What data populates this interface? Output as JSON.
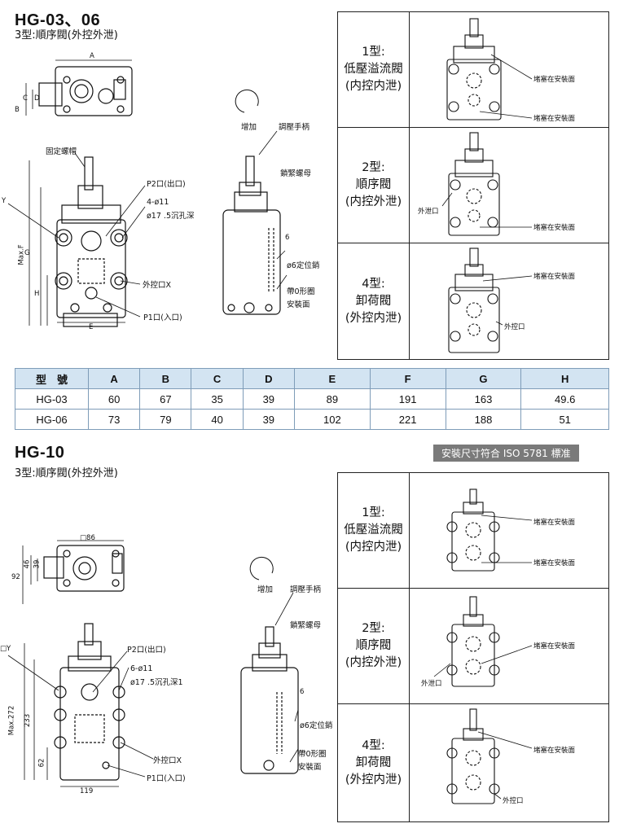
{
  "section1": {
    "title": "HG-03、06",
    "subtitle": "3型:順序閥(外控外泄)",
    "drawing_labels": {
      "dim_a": "A",
      "dim_b": "B",
      "dim_c": "C",
      "dim_d": "D",
      "dim_e": "E",
      "dim_f": "Max.F",
      "dim_g": "G",
      "dim_h": "H",
      "dim_y": "Y",
      "lock_cap": "固定螺帽",
      "p2": "P2口(出口)",
      "holes": "4-ø11",
      "counterbore": "ø17 .5沉孔深",
      "ext_ctrl": "外控口X",
      "p1": "P1口(入口)",
      "increase": "增加",
      "handle": "調壓手柄",
      "lock_nut": "鎖緊螺母",
      "dim_6": "6",
      "pin": "ø6定位銷",
      "oring": "帶0形圈",
      "mount_face": "安裝面"
    },
    "types": [
      {
        "label_lines": [
          "1型:",
          "低壓溢流閥",
          "(内控内泄)"
        ],
        "callouts": [
          "堵塞在安裝面",
          "堵塞在安裝面"
        ]
      },
      {
        "label_lines": [
          "2型:",
          "順序閥",
          "(内控外泄)"
        ],
        "callouts": [
          "外泄口",
          "堵塞在安裝面"
        ]
      },
      {
        "label_lines": [
          "4型:",
          "卸荷閥",
          "(外控内泄)"
        ],
        "callouts": [
          "堵塞在安裝面",
          "外控口"
        ]
      }
    ]
  },
  "table": {
    "headers": [
      "型　號",
      "A",
      "B",
      "C",
      "D",
      "E",
      "F",
      "G",
      "H"
    ],
    "rows": [
      [
        "HG-03",
        "60",
        "67",
        "35",
        "39",
        "89",
        "191",
        "163",
        "49.6"
      ],
      [
        "HG-06",
        "73",
        "79",
        "40",
        "39",
        "102",
        "221",
        "188",
        "51"
      ]
    ]
  },
  "section2": {
    "title": "HG-10",
    "subtitle": "3型:順序閥(外控外泄)",
    "iso_badge": "安裝尺寸符合  ISO 5781  標准",
    "drawing_labels": {
      "dim_86": "□86",
      "dim_92": "92",
      "dim_46": "46",
      "dim_39": "39",
      "dim_y": "□Y",
      "dim_272": "Max.272",
      "dim_233": "233",
      "dim_62": "62",
      "dim_119": "119",
      "p2": "P2口(出口)",
      "holes": "6-ø11",
      "counterbore": "ø17 .5沉孔深1",
      "ext_ctrl": "外控口X",
      "p1": "P1口(入口)",
      "increase": "增加",
      "handle": "調壓手柄",
      "lock_nut": "鎖緊螺母",
      "dim_6": "6",
      "pin": "ø6定位銷",
      "oring": "帶0形圈",
      "mount_face": "安裝面"
    },
    "types": [
      {
        "label_lines": [
          "1型:",
          "低壓溢流閥",
          "(内控内泄)"
        ],
        "callouts": [
          "堵塞在安裝面",
          "堵塞在安裝面"
        ]
      },
      {
        "label_lines": [
          "2型:",
          "順序閥",
          "(内控外泄)"
        ],
        "callouts": [
          "堵塞在安裝面",
          "外泄口"
        ]
      },
      {
        "label_lines": [
          "4型:",
          "卸荷閥",
          "(外控内泄)"
        ],
        "callouts": [
          "堵塞在安裝面",
          "外控口"
        ]
      }
    ]
  }
}
